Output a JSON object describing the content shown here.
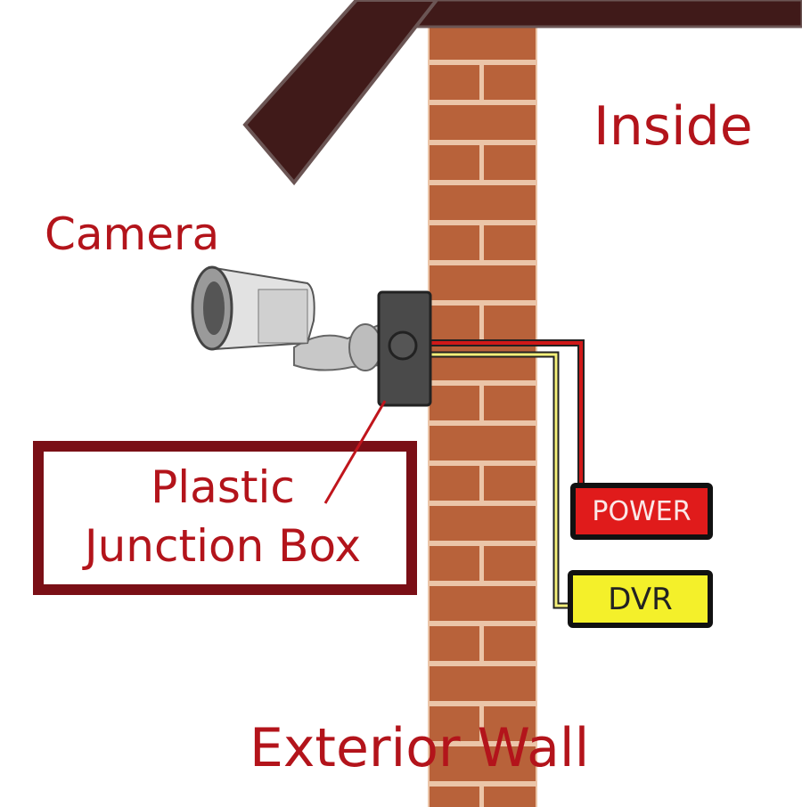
{
  "labels": {
    "inside": "Inside",
    "camera": "Camera",
    "junction_line1": "Plastic",
    "junction_line2": "Junction Box",
    "exterior_wall": "Exterior Wall"
  },
  "tags": {
    "power": "POWER",
    "dvr": "DVR"
  },
  "colors": {
    "label_text": "#b3141b",
    "roof": "#401a19",
    "brick": "#b8623a",
    "mortar": "#ebc5a8",
    "power_wire": "#d01818",
    "dvr_wire": "#f4f07a",
    "junction_box": "#4a4a4a"
  }
}
